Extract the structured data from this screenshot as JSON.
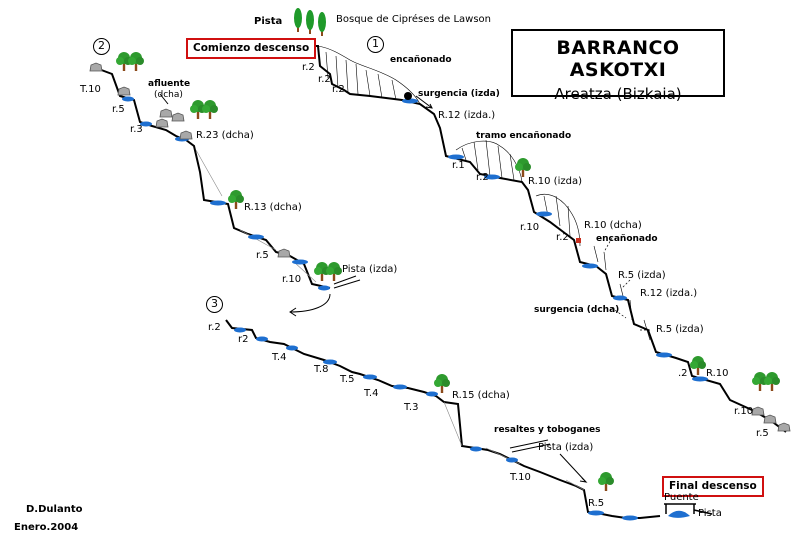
{
  "title": "BARRANCO ASKOTXI",
  "subtitle": "Areatza (Bizkaia)",
  "start_label": "Comienzo descenso",
  "end_label": "Final descenso",
  "author": "D.Dulanto",
  "date": "Enero.2004",
  "section_numbers": [
    "1",
    "2",
    "3"
  ],
  "labels": {
    "pista_top": "Pista",
    "bosque": "Bosque de Cipréses de Lawson",
    "encanonado_1": "encañonado",
    "surgencia_izda": "surgencia (izda)",
    "r12_izda_a": "R.12 (izda.)",
    "tramo_encanonado": "tramo encañonado",
    "r1": "r.1",
    "r2_a": "r.2",
    "r10_izda": "R.10 (izda)",
    "r10_a": "r.10",
    "r2_b": "r.2",
    "r10_dcha_a": "R.10 (dcha)",
    "encanonado_2": "encañonado",
    "r5_izda_a": "R.5 (izda)",
    "r12_izda_b": "R.12  (izda.)",
    "surgencia_dcha": "surgencia (dcha)",
    "r5_izda_b": "R.5 (izda)",
    "r2_c": ".2",
    "r10_b": "R.10",
    "r10_c": "r.10",
    "r5_a": "r.5",
    "r2_top1": "r.2",
    "r2_top2": "r.2",
    "r2_top3": "r.2",
    "t10_top": "T.10",
    "r5_top": "r.5",
    "r3": "r.3",
    "afluente": "afluente",
    "dcha_paren": "(dcha)",
    "r23_dcha": "R.23 (dcha)",
    "r13_dcha": "R.13 (dcha)",
    "r5_b": "r.5",
    "r10_d": "r.10",
    "pista_izda_a": "Pista (izda)",
    "r2_s3a": "r.2",
    "r2_s3b": "r2",
    "t4_a": "T.4",
    "t8": "T.8",
    "t5": "T.5",
    "t4_b": "T.4",
    "t3": "T.3",
    "r15_dcha": "R.15 (dcha)",
    "resaltes": "resaltes y toboganes",
    "pista_izda_b": "Pista (izda)",
    "t10_bottom": "T.10",
    "r5_c": "R.5",
    "puente": "Puente",
    "pista_end": "Pista"
  },
  "colors": {
    "pool": "#1e6fd0",
    "tree_canopy": "#2e9a2e",
    "tree_trunk": "#8b4a1a",
    "rock": "#9a9a9a",
    "start_end_border": "#d01010",
    "ink": "#000000"
  }
}
